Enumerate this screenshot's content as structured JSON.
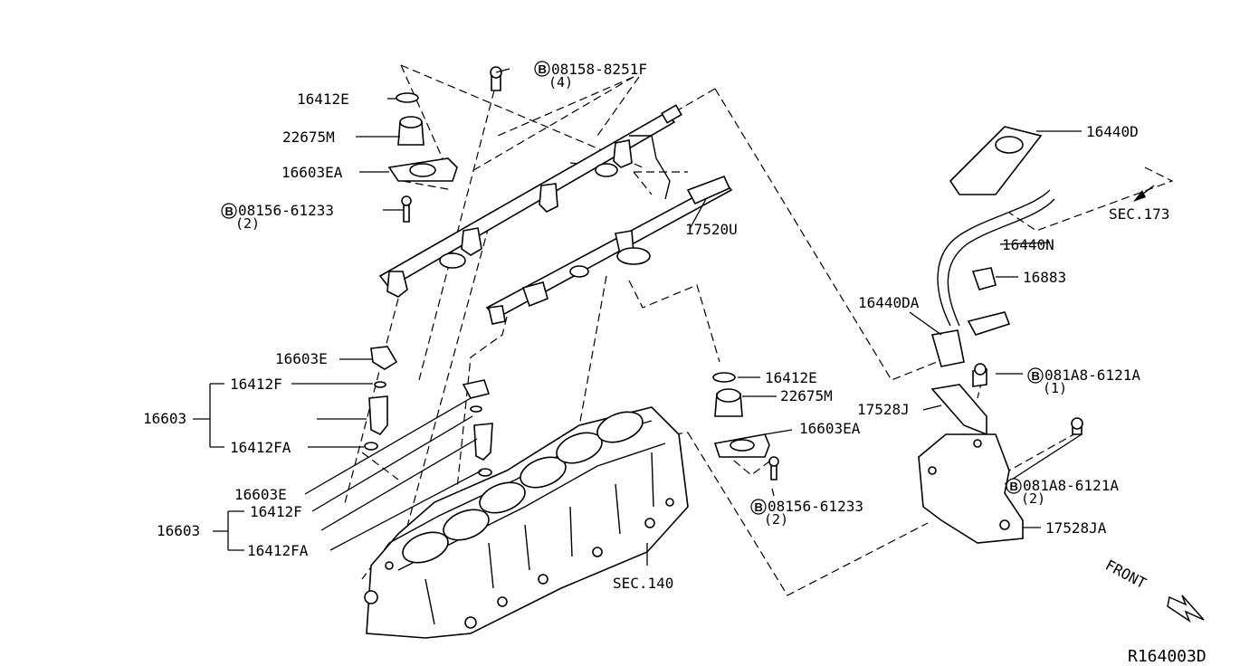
{
  "diagram": {
    "drawing_code": "R164003D",
    "front_label": "FRONT",
    "bolt_symbol": "B",
    "labels": {
      "bolt_08158": "08158-8251F",
      "bolt_08158_qty": "(4)",
      "e_top": "16412E",
      "m_top": "22675M",
      "ea_top": "16603EA",
      "bolt_08156_top": "08156-61233",
      "bolt_08156_top_qty": "(2)",
      "rail_17520u": "17520U",
      "tube_16440d": "16440D",
      "sec173": "SEC.173",
      "hose_16440n": "16440N",
      "clamp_16883": "16883",
      "damper_16440da": "16440DA",
      "bolt_081a8_1": "081A8-6121A",
      "bolt_081a8_1_qty": "(1)",
      "bracket_17528j": "17528J",
      "bolt_081a8_2": "081A8-6121A",
      "bolt_081a8_2_qty": "(2)",
      "bracket_17528ja": "17528JA",
      "e_right": "16412E",
      "m_right": "22675M",
      "ea_right": "16603EA",
      "bolt_08156_right": "08156-61233",
      "bolt_08156_right_qty": "(2)",
      "clip_left": "16603E",
      "oring_f_left": "16412F",
      "injector_left": "16603",
      "oring_fa_left": "16412FA",
      "clip_lower": "16603E",
      "oring_f_lower": "16412F",
      "injector_lower": "16603",
      "oring_fa_lower": "16412FA",
      "sec140": "SEC.140"
    }
  }
}
